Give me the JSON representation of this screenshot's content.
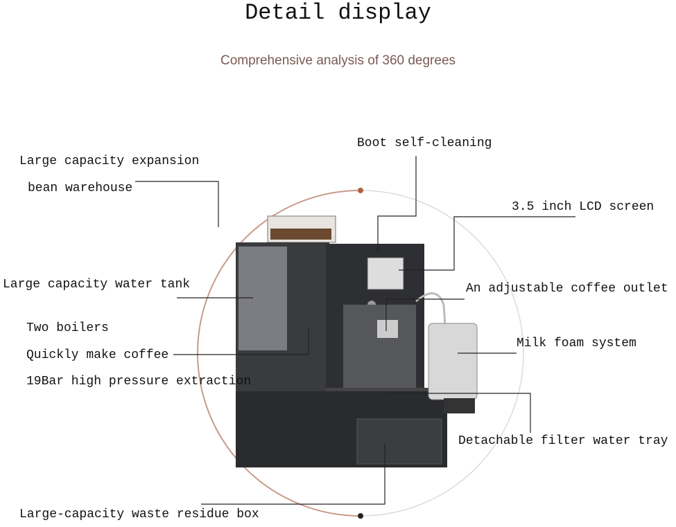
{
  "title": "Detail display",
  "subtitle": "Comprehensive analysis of 360 degrees",
  "labels": {
    "bean_1": "Large capacity expansion",
    "bean_2": "bean warehouse",
    "boot": "Boot self-cleaning",
    "lcd": "3.5 inch LCD screen",
    "water_tank": "Large capacity water tank",
    "outlet": "An adjustable coffee outlet",
    "boilers": "Two boilers",
    "quick": "Quickly make coffee",
    "pressure": "19Bar high pressure extraction",
    "milk": "Milk foam system",
    "tray": "Detachable filter water tray",
    "waste": "Large-capacity waste residue box"
  },
  "colors": {
    "arc": "#b07a66",
    "machine": "#2e2f33",
    "text": "#111111",
    "subtitle": "#7a5a52"
  }
}
